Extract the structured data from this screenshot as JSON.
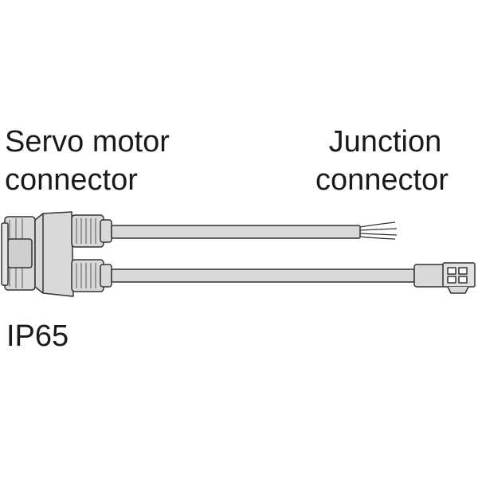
{
  "labels": {
    "servo_line1": "Servo motor",
    "servo_line2": "connector",
    "junction_line1": "Junction",
    "junction_line2": "connector",
    "rating": "IP65"
  },
  "colors": {
    "fill": "#d9d9d9",
    "stroke": "#333333",
    "text": "#1a1a1a"
  }
}
